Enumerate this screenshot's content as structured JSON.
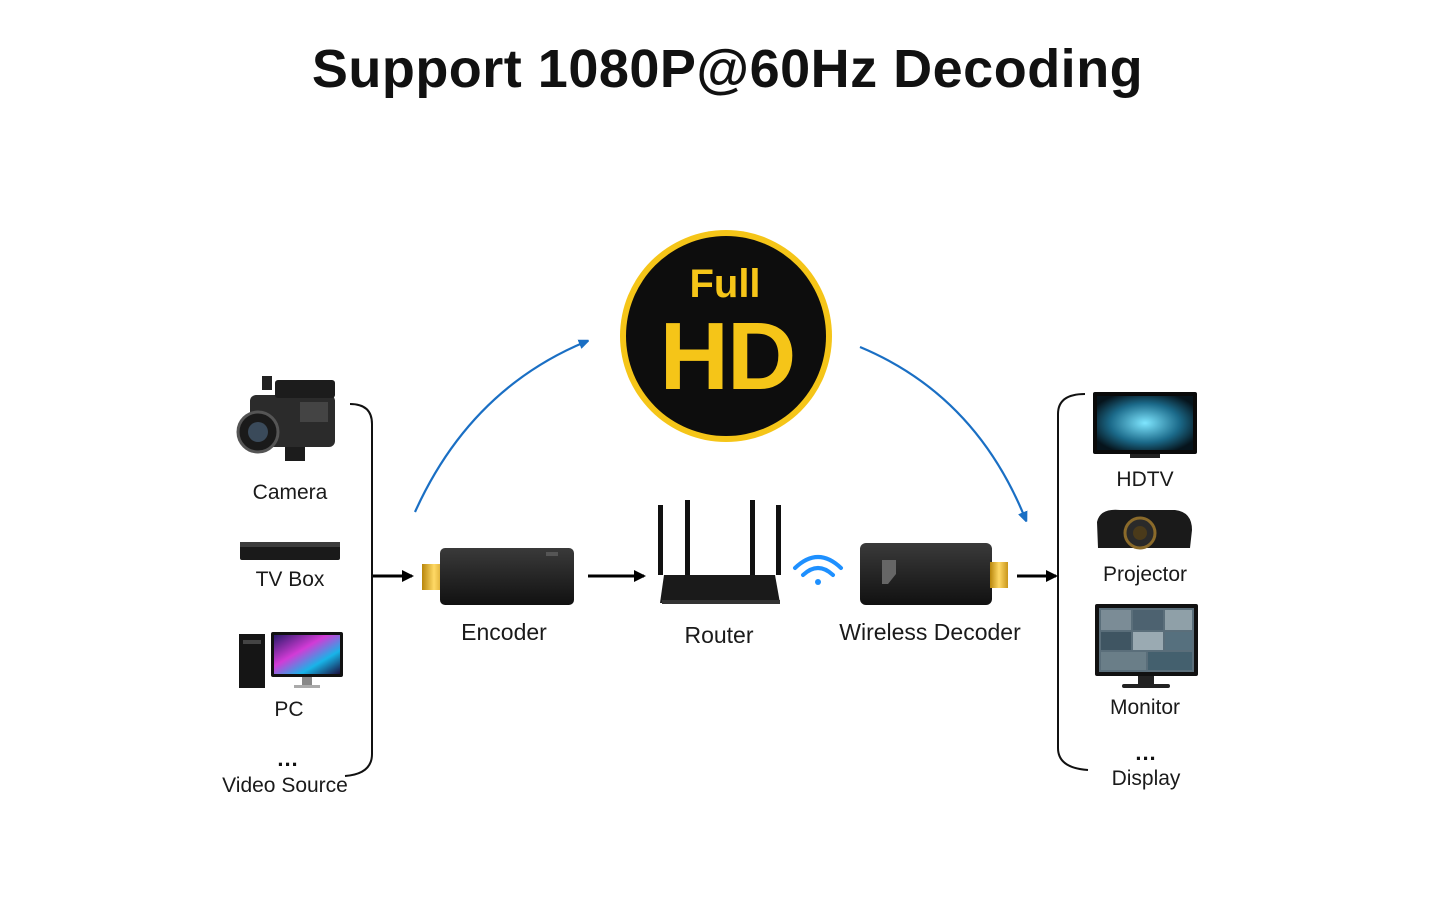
{
  "title": "Support 1080P@60Hz Decoding",
  "badge": {
    "line1": "Full",
    "line2": "HD"
  },
  "sources": {
    "items": [
      {
        "label": "Camera",
        "icon": "camcorder-icon"
      },
      {
        "label": "TV Box",
        "icon": "tv-box-icon"
      },
      {
        "label": "PC",
        "icon": "desktop-pc-icon"
      }
    ],
    "more": "...",
    "group_label": "Video Source"
  },
  "chain": {
    "encoder": "Encoder",
    "router": "Router",
    "decoder": "Wireless Decoder"
  },
  "displays": {
    "items": [
      {
        "label": "HDTV",
        "icon": "hdtv-icon"
      },
      {
        "label": "Projector",
        "icon": "projector-icon"
      },
      {
        "label": "Monitor",
        "icon": "monitor-icon"
      }
    ],
    "more": "...",
    "group_label": "Display"
  },
  "colors": {
    "arc_arrow": "#1a6fc4",
    "badge_ring": "#f5c518",
    "badge_fill": "#0d0d0d",
    "wifi": "#1e90ff"
  }
}
